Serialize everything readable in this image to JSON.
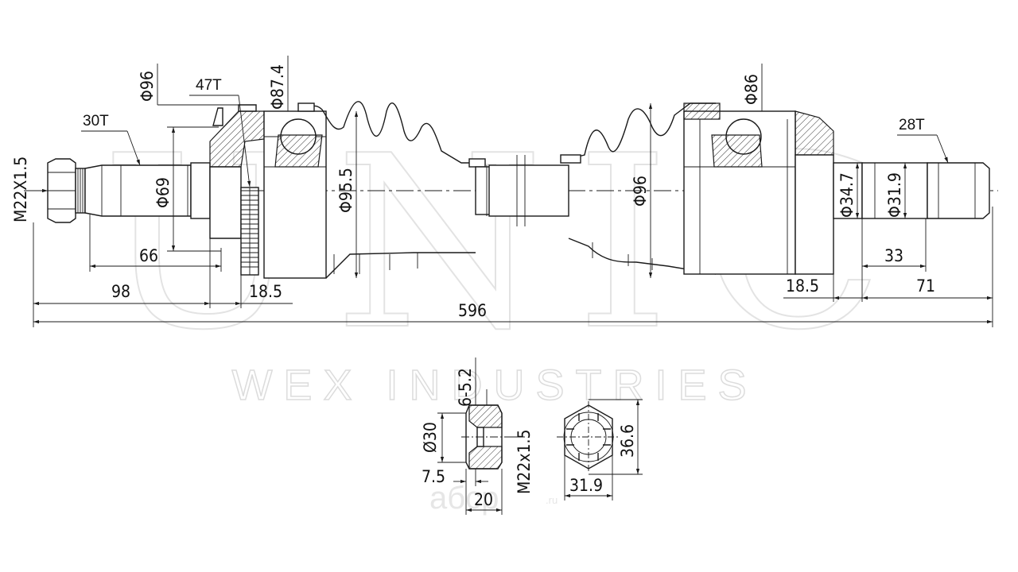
{
  "watermark": {
    "brand": "UNIC",
    "subtitle": "WEX INDUSTRIES",
    "site": "aбcp",
    "site_tld": ".ru"
  },
  "drive_shaft": {
    "outer_spline": "30T",
    "outer_thread": "M22X1.5",
    "abs_ring_teeth": "47T",
    "inner_spline": "28T",
    "dimensions": {
      "outer_housing_dia": "Φ96",
      "outer_boot_dia": "Φ87.4",
      "outer_stub_dia": "Φ69",
      "outer_cv_dia": "Φ95.5",
      "inner_boot_dia": "Φ96",
      "inner_housing_dia": "Φ86",
      "inner_seal_dia": "Φ34.7",
      "inner_spline_dia": "Φ31.9",
      "outer_stub_len": "66",
      "outer_end_len": "98",
      "outer_abs_gap": "18.5",
      "overall_len": "596",
      "inner_seal_gap": "18.5",
      "inner_spline_len": "33",
      "inner_end_len": "71"
    }
  },
  "nut": {
    "slot_width": "6-5.2",
    "collar_dia": "Ø30",
    "collar_len": "7.5",
    "length": "20",
    "thread": "M22x1.5",
    "across_flats": "31.9",
    "across_corners": "36.6"
  }
}
